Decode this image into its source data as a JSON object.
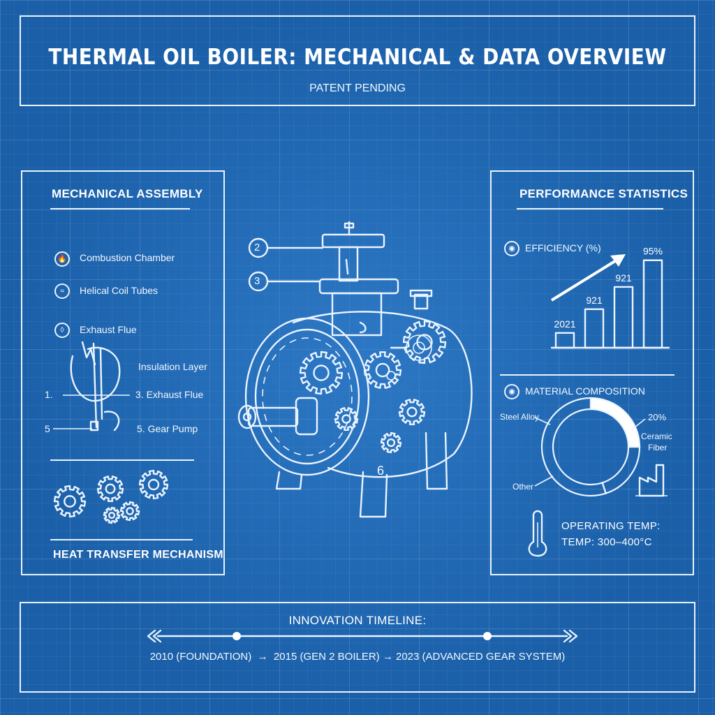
{
  "header": {
    "title": "THERMAL OIL BOILER: MECHANICAL & DATA OVERVIEW",
    "subtitle": "PATENT PENDING"
  },
  "left_panel": {
    "title": "MECHANICAL ASSEMBLY",
    "items": [
      {
        "label": "Combustion Chamber",
        "icon": "flame-icon"
      },
      {
        "label": "Helical Coil Tubes",
        "icon": "coil-icon"
      },
      {
        "label": "Exhaust Flue",
        "icon": "shield-icon"
      }
    ],
    "callouts": {
      "insulation": "Insulation Layer",
      "n1": "1.",
      "n3": "3.  Exhaust Flue",
      "n5": "5",
      "n5b": "5.   Gear Pump"
    },
    "footer": "HEAT TRANSFER MECHANISM"
  },
  "center": {
    "callout_2": "2",
    "callout_3": "3",
    "callout_6": "6"
  },
  "right_panel": {
    "title": "PERFORMANCE STATISTICS",
    "efficiency_label": "EFFICIENCY (%)",
    "material_label": "MATERIAL COMPOSITION",
    "material_labels": {
      "steel": "Steel Alloy",
      "pct": "20%",
      "ceramic_1": "Ceramic",
      "ceramic_2": "Fiber",
      "other": "Other"
    },
    "temp_line1": "OPERATING TEMP:",
    "temp_line2": "TEMP:  300–400°C"
  },
  "chart_data": {
    "type": "bar",
    "categories": [
      "2021",
      "921",
      "921",
      "95%"
    ],
    "values": [
      20,
      52,
      82,
      118
    ],
    "data_labels": [
      "2021",
      "921",
      "921",
      "95%"
    ],
    "ylim": [
      0,
      130
    ],
    "trend_arrow": true
  },
  "donut_data": {
    "type": "pie",
    "slices": [
      {
        "label": "Steel Alloy",
        "value": 25
      },
      {
        "label": "Ceramic Fiber",
        "value": 20
      },
      {
        "label": "Other",
        "value": 55
      }
    ]
  },
  "timeline": {
    "title": "INNOVATION TIMELINE:",
    "text": "2010 (FOUNDATION)  →  2015 (GEN 2 BOILER) → 2023 (ADVANCED GEAR SYSTEM)"
  },
  "colors": {
    "background": "#1a5fa8",
    "line": "#eaf4ff"
  }
}
